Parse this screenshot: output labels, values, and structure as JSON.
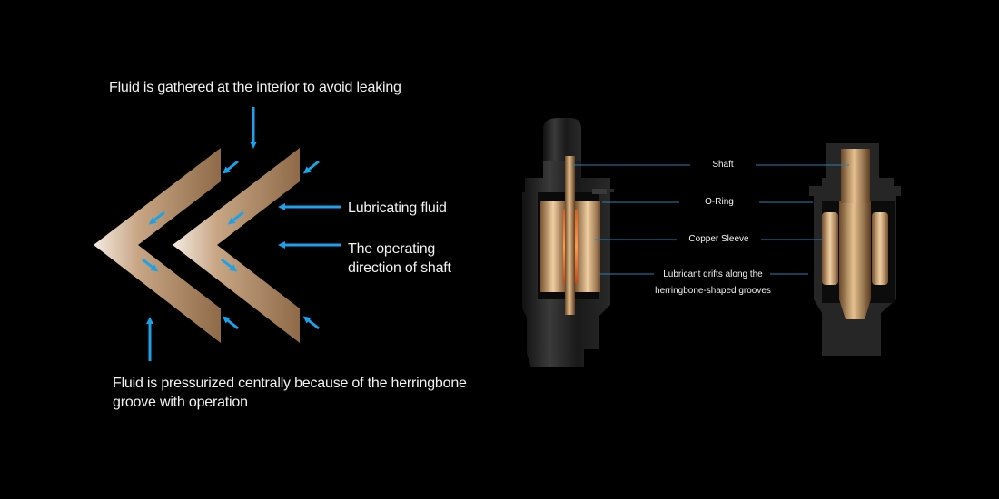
{
  "left_diagram": {
    "top_caption": "Fluid is gathered at the interior to avoid leaking",
    "label_lubricating_fluid": "Lubricating fluid",
    "label_operating_direction_line1": "The operating",
    "label_operating_direction_line2": "direction of shaft",
    "bottom_caption_line1": "Fluid is pressurized centrally because of the herringbone",
    "bottom_caption_line2": "groove with operation"
  },
  "right_diagram": {
    "label_shaft": "Shaft",
    "label_o_ring": "O-Ring",
    "label_copper_sleeve": "Copper Sleeve",
    "label_lubricant_line1": "Lubricant drifts along the",
    "label_lubricant_line2": "herringbone-shaped grooves"
  },
  "colors": {
    "background": "#000000",
    "arrow_blue": "#1aa3e8",
    "groove_brown": "#a07c58",
    "copper": "#c9a27a",
    "leader_line": "#2a7fb0"
  }
}
